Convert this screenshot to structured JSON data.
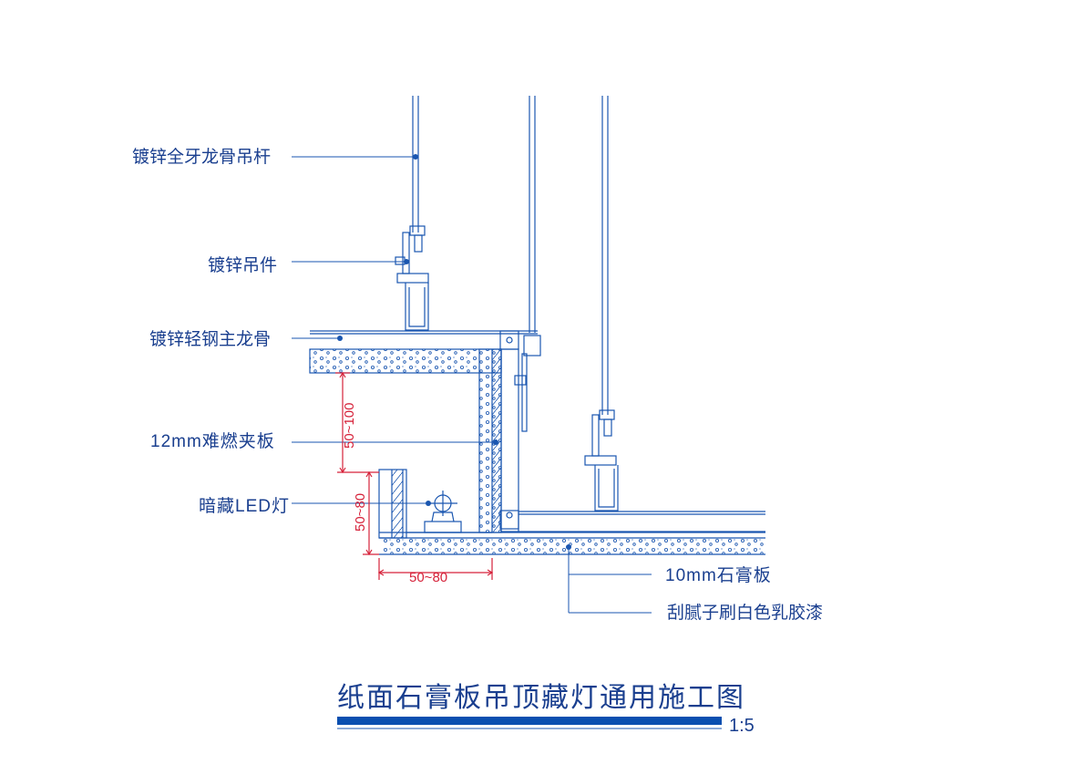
{
  "labels": {
    "hanger_rod": "镀锌全牙龙骨吊杆",
    "hanger": "镀锌吊件",
    "main_keel": "镀锌轻钢主龙骨",
    "plywood": "12mm难燃夹板",
    "led": "暗藏LED灯",
    "gypsum": "10mm石膏板",
    "paint": "刮腻子刷白色乳胶漆"
  },
  "dimensions": {
    "vertical_upper": "50~100",
    "vertical_lower": "50~80",
    "horizontal": "50~80"
  },
  "title": "纸面石膏板吊顶藏灯通用施工图",
  "scale": "1:5",
  "colors": {
    "line": "#1a56b0",
    "text": "#1a3f8f",
    "dimension": "#d6223a"
  }
}
